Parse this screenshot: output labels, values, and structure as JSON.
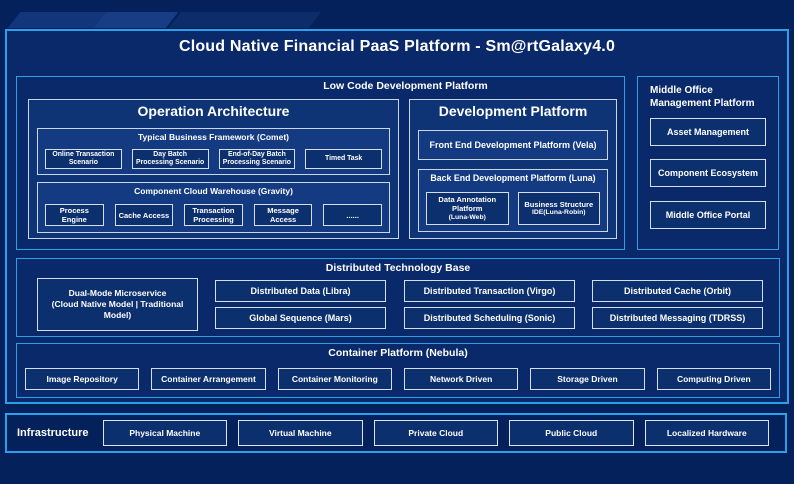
{
  "title": "Cloud Native Financial PaaS Platform - Sm@rtGalaxy4.0",
  "colors": {
    "background": "#05215c",
    "accent_blue_border": "#2b9fe8",
    "light_box_border": "#d5deee",
    "box_fill": "#0c2f6e",
    "text": "#ffffff"
  },
  "low_code": {
    "label": "Low Code Development Platform",
    "operation_architecture": {
      "title": "Operation Architecture",
      "typical_business_framework": {
        "label": "Typical Business Framework (Comet)",
        "items": [
          "Online Transaction Scenario",
          "Day Batch Processing Scenario",
          "End-of-Day Batch Processing Scenario",
          "Timed Task"
        ]
      },
      "component_cloud_warehouse": {
        "label": "Component Cloud Warehouse (Gravity)",
        "items": [
          "Process Engine",
          "Cache Access",
          "Transaction Processing",
          "Message Access",
          "......"
        ]
      }
    },
    "development_platform": {
      "title": "Development Platform",
      "front_end": "Front End Development Platform (Vela)",
      "back_end": {
        "label": "Back End Development Platform (Luna)",
        "items": [
          {
            "name": "Data Annotation Platform",
            "sub": "(Luna-Web)"
          },
          {
            "name": "Business Structure",
            "sub": "IDE(Luna-Robin)"
          }
        ]
      }
    }
  },
  "middle_office": {
    "label": "Middle Office Management Platform",
    "items": [
      "Asset Management",
      "Component Ecosystem",
      "Middle Office Portal"
    ]
  },
  "distributed_base": {
    "label": "Distributed Technology Base",
    "dual_mode": {
      "name": "Dual-Mode Microservice",
      "sub": "(Cloud Native Model | Traditional Model)"
    },
    "items": [
      "Distributed Data (Libra)",
      "Global Sequence (Mars)",
      "Distributed Transaction (Virgo)",
      "Distributed Scheduling (Sonic)",
      "Distributed Cache (Orbit)",
      "Distributed Messaging (TDRSS)"
    ]
  },
  "container_platform": {
    "label": "Container Platform (Nebula)",
    "items": [
      "Image Repository",
      "Container Arrangement",
      "Container Monitoring",
      "Network Driven",
      "Storage Driven",
      "Computing Driven"
    ]
  },
  "infrastructure": {
    "label": "Infrastructure",
    "items": [
      "Physical Machine",
      "Virtual Machine",
      "Private Cloud",
      "Public Cloud",
      "Localized Hardware"
    ]
  }
}
